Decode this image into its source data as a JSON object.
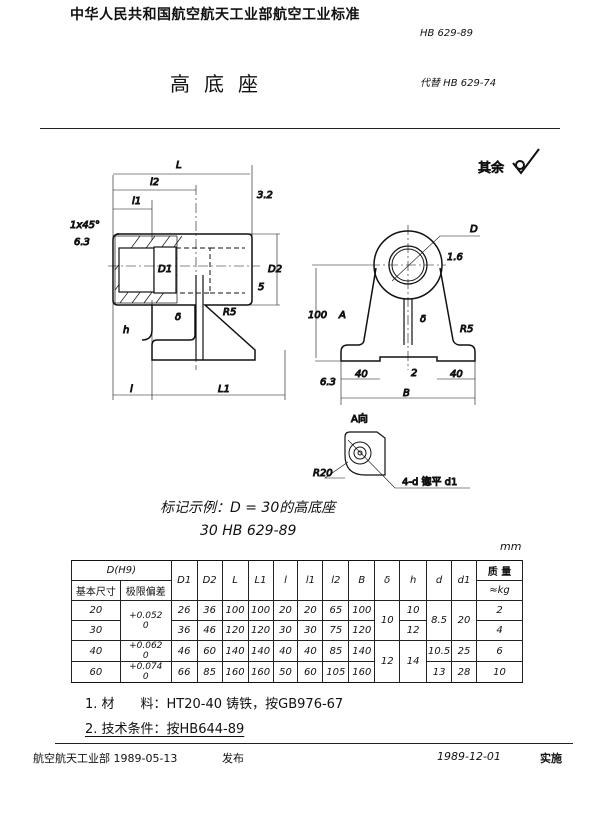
{
  "header": {
    "organization": "中华人民共和国航空航天工业部航空工业标准",
    "code": "HB 629-89",
    "title": "高底座",
    "replaces": "代替 HB 629-74"
  },
  "drawing": {
    "roughness_other": "其余",
    "labels": {
      "L": "L",
      "l2": "l2",
      "l1": "l1",
      "chamfer": "1x45°",
      "r63": "6.3",
      "r3": "3.2",
      "D1": "D1",
      "D2": "D2",
      "five": "5",
      "delta": "δ",
      "R5": "R5",
      "h": "h",
      "l": "l",
      "L1": "L1",
      "D": "D",
      "r16": "1.6",
      "hundred": "100",
      "A": "A",
      "forty": "40",
      "two": "2",
      "B": "B",
      "view_A": "A向",
      "R20": "R20",
      "holes": "4-d 锪平 d1"
    }
  },
  "marking_example": {
    "line1": "标记示例：D = 30的高底座",
    "line2": "30   HB 629-89"
  },
  "table": {
    "unit": "mm",
    "header": {
      "D_group": "D(H9)",
      "basic": "基本尺寸",
      "tolerance": "极限偏差",
      "cols": [
        "D1",
        "D2",
        "L",
        "L1",
        "l",
        "l1",
        "l2",
        "B",
        "δ",
        "h",
        "d",
        "d1"
      ],
      "mass": "质 量",
      "mass_unit": "≈kg"
    },
    "rows": [
      {
        "D": "20",
        "tol_upper": "+0.052",
        "tol_lower": "0",
        "D1": "26",
        "D2": "36",
        "L": "100",
        "L1": "100",
        "l": "20",
        "l1": "20",
        "l2": "65",
        "B": "100",
        "delta": "10",
        "h": "10",
        "d": "8.5",
        "d1": "20",
        "mass": "2"
      },
      {
        "D": "30",
        "D1": "36",
        "D2": "46",
        "L": "120",
        "L1": "120",
        "l": "30",
        "l1": "30",
        "l2": "75",
        "B": "120",
        "h": "12",
        "mass": "4"
      },
      {
        "D": "40",
        "tol_upper": "+0.062",
        "tol_lower": "0",
        "D1": "46",
        "D2": "60",
        "L": "140",
        "L1": "140",
        "l": "40",
        "l1": "40",
        "l2": "85",
        "B": "140",
        "delta": "12",
        "h": "14",
        "d": "10.5",
        "d1": "25",
        "mass": "6"
      },
      {
        "D": "60",
        "tol_upper": "+0.074",
        "tol_lower": "0",
        "D1": "66",
        "D2": "85",
        "L": "160",
        "L1": "160",
        "l": "50",
        "l1": "60",
        "l2": "105",
        "B": "160",
        "d": "13",
        "d1": "28",
        "mass": "10"
      }
    ]
  },
  "notes": [
    "1.  材　　料：HT20-40 铸铁，按GB976-67",
    "2.  技术条件：按HB644-89"
  ],
  "footer": {
    "issued_by": "航空航天工业部 1989-05-13",
    "issued": "发布",
    "effective_date": "1989-12-01",
    "effective": "实施"
  }
}
